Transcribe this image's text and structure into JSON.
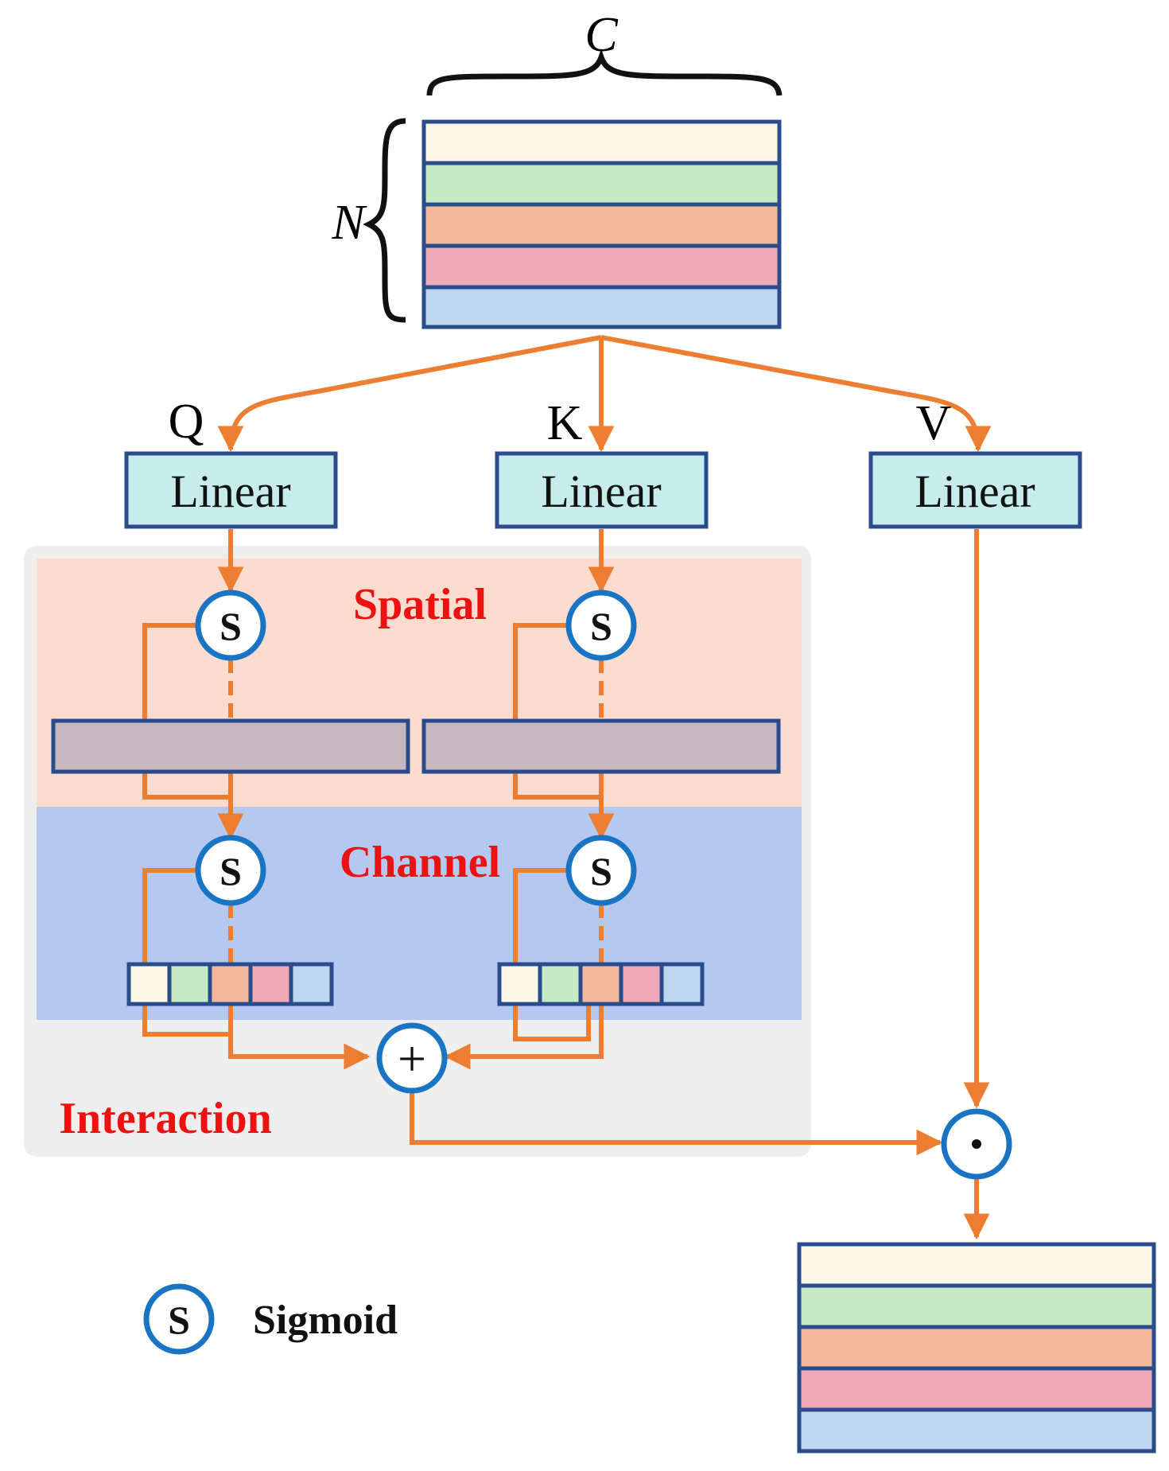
{
  "labels": {
    "c": "C",
    "n": "N",
    "q": "Q",
    "k": "K",
    "v": "V",
    "linear": "Linear",
    "spatial": "Spatial",
    "channel": "Channel",
    "interaction": "Interaction",
    "sigmoid_symbol": "S",
    "sigmoid_legend": "Sigmoid",
    "add_symbol": "+",
    "mult_symbol": "⊙"
  },
  "colors": {
    "stripe_1": "#fcf8e6",
    "stripe_2": "#c6eac4",
    "stripe_3": "#f4b99b",
    "stripe_4": "#eeaab8",
    "stripe_5": "#bdd7ee",
    "border": "#2a4b8c",
    "arrow": "#ed7d31",
    "linear_fill": "#c6ecec",
    "spatial_bg": "#fcdccf",
    "channel_bg": "#b4c8f0",
    "interaction_bg": "#eeeeee",
    "pool_bar": "#c6b8be",
    "circle_stroke": "#1a74c4"
  }
}
